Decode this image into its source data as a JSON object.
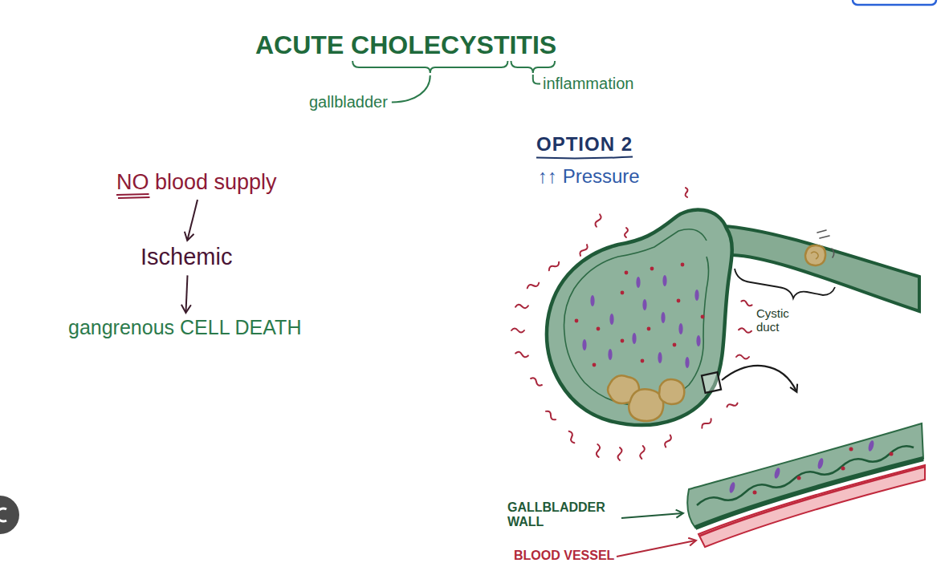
{
  "diagram": {
    "title": "ACUTE CHOLECYSTITIS",
    "nodes": [
      {
        "text": [
          "NO blood supply"
        ]
      },
      {
        "text": [
          "Ischemic"
        ]
      },
      {
        "text": [
          "gangrenous CELL DEATH"
        ]
      }
    ],
    "edges": [
      {
        "from": 0,
        "to": 1,
        "arrow": "to"
      },
      {
        "from": 1,
        "to": 2,
        "arrow": "to"
      }
    ],
    "labels": [
      "gallbladder",
      "inflammation",
      "OPTION 2",
      "↑↑ Pressure",
      "Cystic duct",
      "GALLBLADDER WALL",
      "BLOOD VESSEL"
    ]
  }
}
